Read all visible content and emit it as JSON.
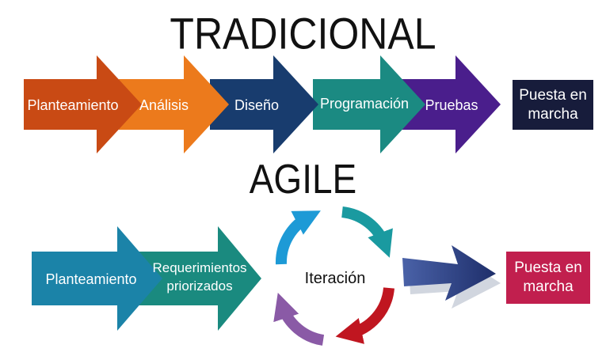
{
  "traditional": {
    "title": "TRADICIONAL",
    "steps": [
      {
        "label": "Planteamiento",
        "color": "#c94a14"
      },
      {
        "label": "Análisis",
        "color": "#ec7a1c"
      },
      {
        "label": "Diseño",
        "color": "#183c6e"
      },
      {
        "label": "Programación",
        "color": "#1b8a82"
      },
      {
        "label": "Pruebas",
        "color": "#4a1e8c"
      }
    ],
    "final": {
      "line1": "Puesta en",
      "line2": "marcha",
      "color": "#171c3b"
    }
  },
  "agile": {
    "title": "AGILE",
    "steps": [
      {
        "line1": "Planteamiento",
        "line2": "",
        "color": "#1b83a8"
      },
      {
        "line1": "Requerimientos",
        "line2": "priorizados",
        "color": "#1a8a7f"
      }
    ],
    "cycle": {
      "label": "Iteración",
      "arc_colors": [
        "#1d9ad6",
        "#1a9aa0",
        "#c01620",
        "#8a5aa6"
      ]
    },
    "final": {
      "line1": "Puesta en",
      "line2": "marcha",
      "color": "#c11f4e"
    },
    "arrow_color": "#1e2e6a"
  }
}
